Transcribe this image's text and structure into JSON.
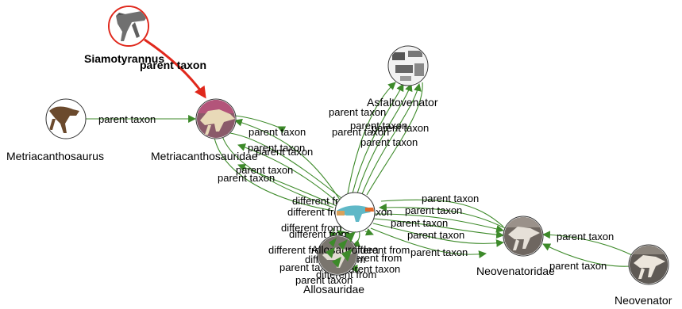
{
  "graph": {
    "colors": {
      "edge": "#3d8a2a",
      "selected_edge": "#e0281c",
      "selected_node_border": "#e0281c"
    },
    "nodes": {
      "siamotyrannus": {
        "label": "Siamotyrannus",
        "image": "theropod-skeleton-image",
        "selected": true
      },
      "metriacanthosaurus": {
        "label": "Metriacanthosaurus",
        "image": "theropod-drawing-image"
      },
      "metriacanthosauridae": {
        "label": "Metriacanthosauridae",
        "image": "skeleton-mount-image"
      },
      "asfaltovenator": {
        "label": "Asfaltovenator",
        "image": "fossil-bones-image"
      },
      "allosauroidea": {
        "label": "Allosauroidea",
        "image": "theropod-illustration-image"
      },
      "allosauridae": {
        "label": "Allosauridae",
        "image": "skeleton-image"
      },
      "neovenatoridae": {
        "label": "Neovenatoridae",
        "image": "skeleton-photo-image"
      },
      "neovenator": {
        "label": "Neovenator",
        "image": "skeleton-photo-image"
      }
    },
    "edge_labels": {
      "parent_taxon": "parent taxon",
      "different_from": "different from"
    }
  }
}
